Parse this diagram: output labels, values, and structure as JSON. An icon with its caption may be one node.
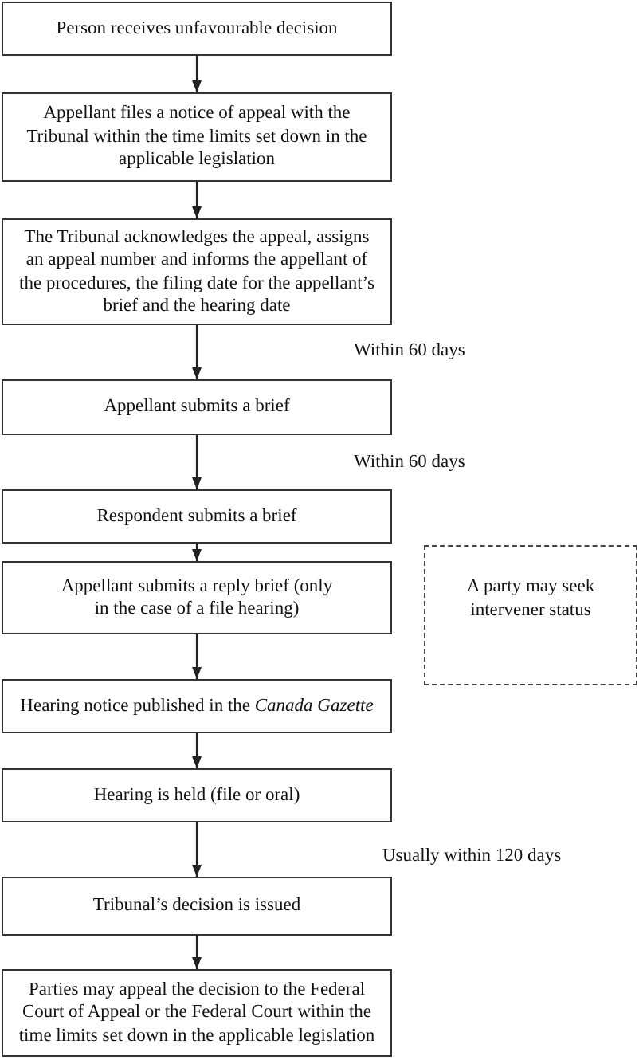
{
  "diagram": {
    "nodes": [
      {
        "text": [
          "Person receives unfavourable decision"
        ]
      },
      {
        "text": [
          "Appellant files a notice of appeal with the Tribunal within the time limits set down in the applicable legislation"
        ]
      },
      {
        "text": [
          "The Tribunal acknowledges the appeal, assigns an appeal number and informs the appellant of the procedures, the filing date for the appellant’s brief and the hearing date"
        ]
      },
      {
        "text": [
          "Appellant submits a brief"
        ],
        "beside": [
          "Within 60 days"
        ]
      },
      {
        "text": [
          "Respondent submits a brief"
        ],
        "beside": [
          "Within 60 days"
        ]
      },
      {
        "text": [
          "Appellant submits a reply brief (only in the case of a file hearing)"
        ]
      },
      {
        "text": [
          "Hearing notice published in the *Canada Gazette*"
        ]
      },
      {
        "text": [
          "Hearing is held (file or oral)"
        ]
      },
      {
        "text": [
          "Tribunal’s decision is issued"
        ],
        "beside": [
          "Usually within 120 days"
        ]
      },
      {
        "text": [
          "Parties may appeal the decision to the Federal Court of Appeal or the Federal Court within the time limits set down in the applicable legislation"
        ]
      },
      {
        "text": [
          "A party may seek intervener status"
        ]
      }
    ],
    "edges": [
      {
        "from": 0,
        "to": 1,
        "arrow": "to"
      },
      {
        "from": 1,
        "to": 2,
        "arrow": "to"
      },
      {
        "from": 2,
        "to": 3,
        "arrow": "to"
      },
      {
        "from": 3,
        "to": 4,
        "arrow": "to"
      },
      {
        "from": 4,
        "to": 5,
        "arrow": "to"
      },
      {
        "from": 5,
        "to": 6,
        "arrow": "to"
      },
      {
        "from": 6,
        "to": 7,
        "arrow": "to"
      },
      {
        "from": 7,
        "to": 8,
        "arrow": "to"
      },
      {
        "from": 8,
        "to": 9,
        "arrow": "to"
      }
    ]
  }
}
